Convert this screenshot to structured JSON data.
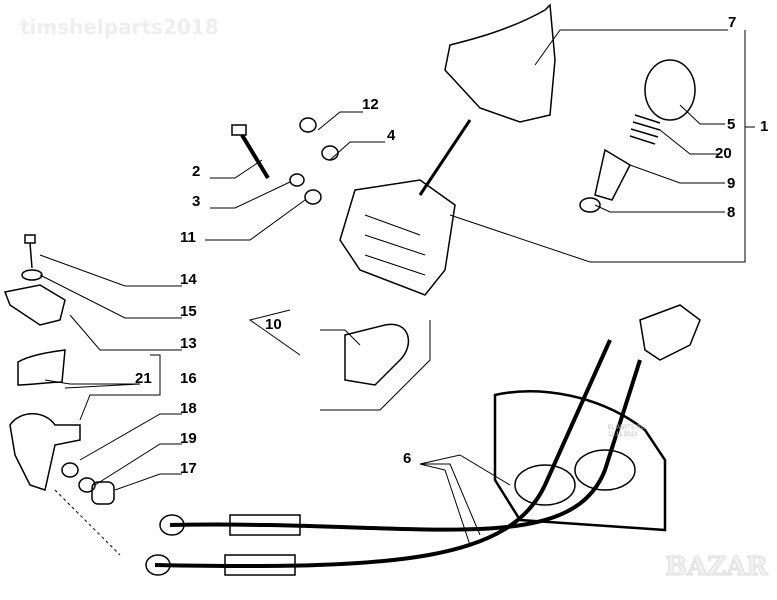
{
  "watermark": "timshelparts2018",
  "stamp": {
    "line1": "ELPARTS.RU",
    "line2": "11.11.2023"
  },
  "bazar_logo": "BAZAR",
  "labels": {
    "p7": "7",
    "p1": "1",
    "p5": "5",
    "p20": "20",
    "p9": "9",
    "p8": "8",
    "p12": "12",
    "p4": "4",
    "p2": "2",
    "p3": "3",
    "p11": "11",
    "p14": "14",
    "p15": "15",
    "p13": "13",
    "p10": "10",
    "p21": "21",
    "p16": "16",
    "p18": "18",
    "p19": "19",
    "p17": "17",
    "p6": "6"
  }
}
